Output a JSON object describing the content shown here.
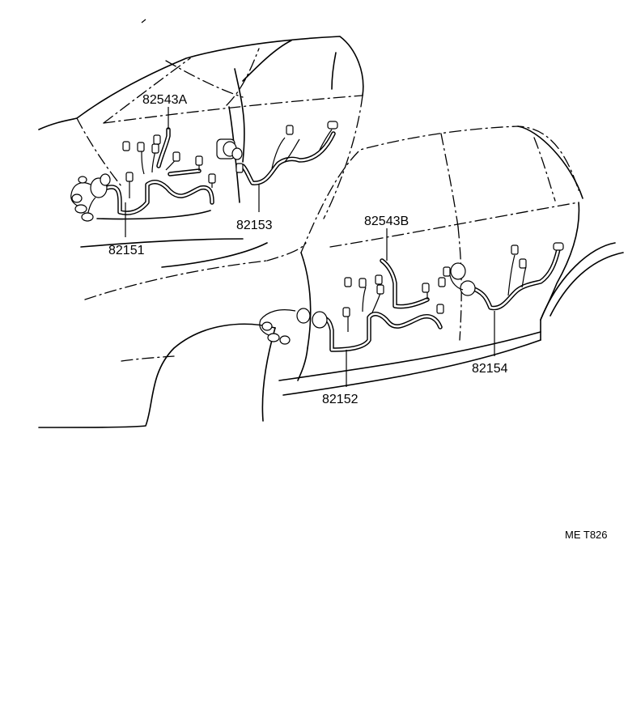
{
  "labels": {
    "front_harness_upper": "82543A",
    "front_harness_lower": "82151",
    "front_door_rear_harness": "82153",
    "rear_harness_upper": "82543B",
    "rear_harness_lower": "82152",
    "rear_door_rear_harness": "82154"
  },
  "illustration_code": "ME T826",
  "colors": {
    "line": "#000000",
    "background": "#ffffff"
  }
}
